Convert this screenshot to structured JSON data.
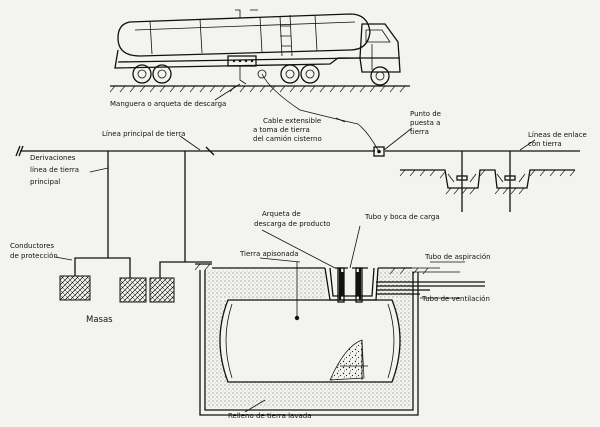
{
  "labels": {
    "manguera": "Manguera o arqueta de descarga",
    "cable": "Cable extensible a toma de tierra del camión cisterno",
    "punto": "Punto de puesta a tierra",
    "linea_principal": "Línea principal de tierra",
    "lineas_enlace": "Líneas de enlace con tierra",
    "derivaciones": "Derivaciones línea de tierra principal",
    "conductores": "Conductores de protección",
    "masas": "Masas",
    "arqueta": "Arqueta de descarga de producto",
    "tubo_boca": "Tubo y boca de carga",
    "tierra_apisonada": "Tierra apisonada",
    "tubo_aspiracion": "Tubo de aspiración",
    "tubo_ventilacion": "Tubo de ventilación",
    "relleno": "Relleno de tierra lavada"
  },
  "colors": {
    "background": "#f3f4ef",
    "ink": "#111111",
    "truck_fill": "#ffffff"
  }
}
